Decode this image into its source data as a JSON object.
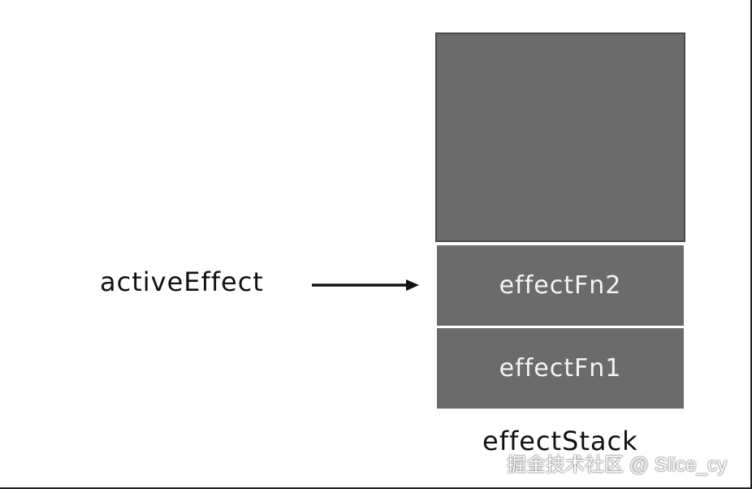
{
  "diagram": {
    "pointer_label": "activeEffect",
    "stack_label": "effectStack",
    "stack_items": [
      "effectFn2",
      "effectFn1"
    ],
    "colors": {
      "cell_fill": "#6b6b6b",
      "cell_text": "#f4f4f4",
      "label_text": "#111111",
      "arrow": "#111111"
    }
  },
  "watermark": "掘金技术社区 @ Slice_cy"
}
